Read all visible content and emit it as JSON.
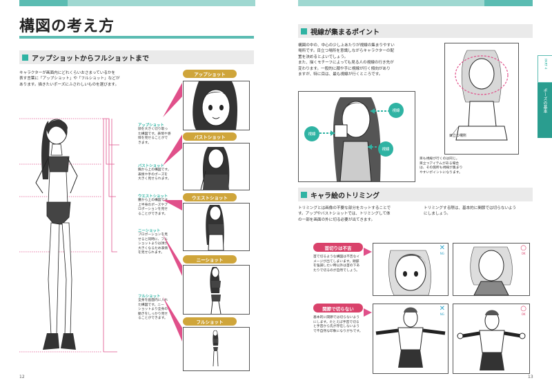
{
  "left": {
    "page_title": "構図の考え方",
    "section_title": "アップショットからフルショットまで",
    "intro": [
      "キャラクターが画面内にどれくらいおさまっているかを",
      "表す言葉に「アップショット」や「フルショット」などが",
      "あります。描きたいポーズにふさわしいものを選びます。"
    ],
    "shots": [
      {
        "pill": "アップショット",
        "title": "アップショット",
        "desc": [
          "顔を大きく切り取っ",
          "た構図です。表情や感",
          "情を見せることがで",
          "きます。"
        ]
      },
      {
        "pill": "バストショット",
        "title": "バストショット",
        "desc": [
          "胸から上の構図です。",
          "表情や手のポーズを",
          "大きく見せられます。"
        ]
      },
      {
        "pill": "ウエストショット",
        "title": "ウエストショット",
        "desc": [
          "腰から上の構図です。",
          "上半身のポーズやプ",
          "ロポーションを見せ",
          "ることができます。"
        ]
      },
      {
        "pill": "ニーショット",
        "title": "ニーショット",
        "desc": [
          "プロポーションを見",
          "せると同時に、フル",
          "ショットよりは顔が",
          "大きくなるため表情",
          "を見せられます。"
        ]
      },
      {
        "pill": "フルショット",
        "title": "フルショット",
        "desc": [
          "全身を画面内に入れ",
          "た構図です。ニー",
          "ショットより全身の",
          "動きをしっかり見せ",
          "ることができます。"
        ]
      }
    ],
    "page_num": "12"
  },
  "right": {
    "sec1_title": "視線が集まるポイント",
    "sec1_text": [
      "構図の中の、中心の少し上あたりが視線の集まりやすい",
      "場所です。目立つ場所を意識しながらキャラクターの配",
      "置を決めるとよいでしょう。",
      "また、描くモチーフによっても見る人の視線の行き先が",
      "変わります。一般的に顔や手に視線が行く傾向があり",
      "ますが、特に目は、最も視線が行くところです。"
    ],
    "gaze_labels": {
      "main": "視線",
      "left": "視線",
      "right": "視線"
    },
    "eye_caption": "目立つ場所",
    "eye_note": [
      "目も視線が行くのは同じ。",
      "目立つアイテムがある場合",
      "は、その箇所も視線が集まり",
      "やすいポイントになります。"
    ],
    "side_tab": {
      "part": "PART 4",
      "label": "ポーズの基本"
    },
    "sec2_title": "キャラ絵のトリミング",
    "sec2_text_a": [
      "トリミングとは画像の不要な部分をカットすることで",
      "す。アップやバストショットでは、トリミングして体",
      "の一部を画面の外に切る必要が出てきます。"
    ],
    "sec2_text_b": [
      "トリミングする際は、基本的に関節では切らないよう",
      "にしましょう。"
    ],
    "trim": [
      {
        "pill": "首切りは不吉",
        "text": [
          "首で切るような構図は不吉なイ",
          "メージが出てしまいます。頭部",
          "を強調したい時以外は首の下あ",
          "たりで切るのが自然でしょう。"
        ]
      },
      {
        "pill": "関節で切らない",
        "text": [
          "基本的に関節では切らないよう",
          "にします。たとえば手首で切る",
          "と手首から先が存在しないよう",
          "で不自然な印象になりがちです。"
        ]
      }
    ],
    "marks": {
      "ng": "✕",
      "ng_sub": "NG",
      "ok": "○",
      "ok_sub": "OK"
    },
    "page_num": "13"
  },
  "colors": {
    "accent": "#2fb3a3",
    "gold": "#cfa53a",
    "pink": "#d9426b",
    "magenta": "#e0508a"
  }
}
